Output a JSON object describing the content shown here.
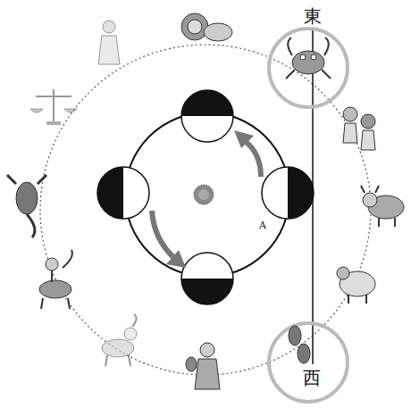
{
  "diagram": {
    "labels": [
      "東",
      "西",
      "A"
    ]
  }
}
